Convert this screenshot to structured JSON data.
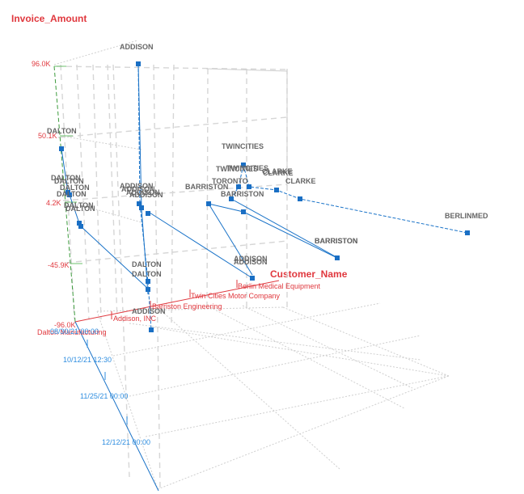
{
  "chart_data": {
    "type": "scatter",
    "subtype": "3d-line-scatter",
    "axes": {
      "y": {
        "title": "Invoice_Amount",
        "ticks": [
          "96.0K",
          "50.1K",
          "4.2K",
          "-45.9K",
          "-96.0K"
        ],
        "range": [
          -96000,
          96000
        ]
      },
      "x": {
        "title": "Customer_Name",
        "ticks": [
          "Dalton Manufacturing",
          "Addison, INC",
          "Barriston Engineering",
          "Twin Cities Motor Company",
          "Berlin Medical Equipment"
        ]
      },
      "z": {
        "title": "",
        "ticks": [
          "08/30/21 00:00",
          "10/12/21 12:30",
          "11/25/21 00:00",
          "12/12/21 00:00"
        ]
      }
    },
    "grid": true,
    "series": [
      {
        "name": "DALTON",
        "points": [
          {
            "label": "DALTON",
            "customer": "Dalton Manufacturing",
            "amount": 50100
          },
          {
            "label": "DALTON",
            "customer": "Dalton Manufacturing",
            "amount": 22000
          },
          {
            "label": "DALTON",
            "customer": "Dalton Manufacturing",
            "amount": 18000
          },
          {
            "label": "DALTON",
            "customer": "Dalton Manufacturing",
            "amount": 12000
          },
          {
            "label": "DALTON",
            "customer": "Dalton Manufacturing",
            "amount": 8000
          },
          {
            "label": "DALTON",
            "customer": "Dalton Manufacturing",
            "amount": 4200
          },
          {
            "label": "DALTON",
            "customer": "Dalton Manufacturing",
            "amount": -2000
          },
          {
            "label": "DALTON",
            "customer": "Dalton Manufacturing",
            "amount": -3000
          },
          {
            "label": "DALTON",
            "customer": "Addison, INC",
            "amount": -50000
          },
          {
            "label": "DALTON",
            "customer": "Addison, INC",
            "amount": -58000
          }
        ]
      },
      {
        "name": "ADDISON",
        "points": [
          {
            "label": "ADDISON",
            "customer": "Addison, INC",
            "amount": 96000
          },
          {
            "label": "ADDISON",
            "customer": "Addison, INC",
            "amount": 10000
          },
          {
            "label": "ADDISON",
            "customer": "Addison, INC",
            "amount": 8000
          },
          {
            "label": "ADDISON",
            "customer": "Addison, INC",
            "amount": 6000
          },
          {
            "label": "ADDISON",
            "customer": "Addison, INC",
            "amount": 4000
          },
          {
            "label": "ADDISON",
            "customer": "Addison, INC",
            "amount": -90000
          },
          {
            "label": "ADDISON",
            "customer": "Berlin Medical Equipment",
            "amount": -40000
          },
          {
            "label": "ADDISON",
            "customer": "Berlin Medical Equipment",
            "amount": -42000
          }
        ]
      },
      {
        "name": "BARRISTON",
        "points": [
          {
            "label": "BARRISTON",
            "customer": "Barriston Engineering",
            "amount": 6000
          },
          {
            "label": "BARRISTON",
            "customer": "Barriston Engineering",
            "amount": 10000
          },
          {
            "label": "BARRISTON",
            "customer": "Barriston Engineering",
            "amount": 4000
          },
          {
            "label": "BARRISTON",
            "customer": "Berlin Medical Equipment",
            "amount": -20000
          }
        ]
      },
      {
        "name": "TWINCITIES",
        "points": [
          {
            "label": "TWINCITIES",
            "customer": "Twin Cities Motor Company",
            "amount": 30000
          },
          {
            "label": "TWINCITIES",
            "customer": "Twin Cities Motor Company",
            "amount": 20000
          },
          {
            "label": "TORONTO",
            "customer": "Twin Cities Motor Company",
            "amount": 18000
          }
        ]
      },
      {
        "name": "CLARKE",
        "points": [
          {
            "label": "CLARKE",
            "customer": "Twin Cities Motor Company",
            "amount": 18000
          },
          {
            "label": "CLARKE",
            "customer": "Twin Cities Motor Company",
            "amount": 16000
          },
          {
            "label": "CLARKE",
            "customer": "Berlin Medical Equipment",
            "amount": 12000
          }
        ]
      },
      {
        "name": "BERLINMED",
        "points": [
          {
            "label": "BERLINMED",
            "customer": "Berlin Medical Equipment",
            "amount": -15000
          }
        ]
      }
    ],
    "point_labels": [
      "ADDISON",
      "DALTON",
      "DALTON",
      "DALTON",
      "DALTON",
      "DALTON",
      "DALTON",
      "DALTON",
      "ADDISON",
      "ADDISON",
      "ADDISON",
      "ADDISON",
      "TWINCITIES",
      "TWINCITIES",
      "TWINCITIES",
      "CLARKE",
      "CLARKE",
      "CLARKE",
      "TORONTO",
      "BARRISTON",
      "BARRISTON",
      "BARRISTON",
      "BERLINMED",
      "BARRISTON",
      "ADDISON",
      "ADDISON",
      "DALTON",
      "DALTON",
      "ADDISON"
    ]
  }
}
